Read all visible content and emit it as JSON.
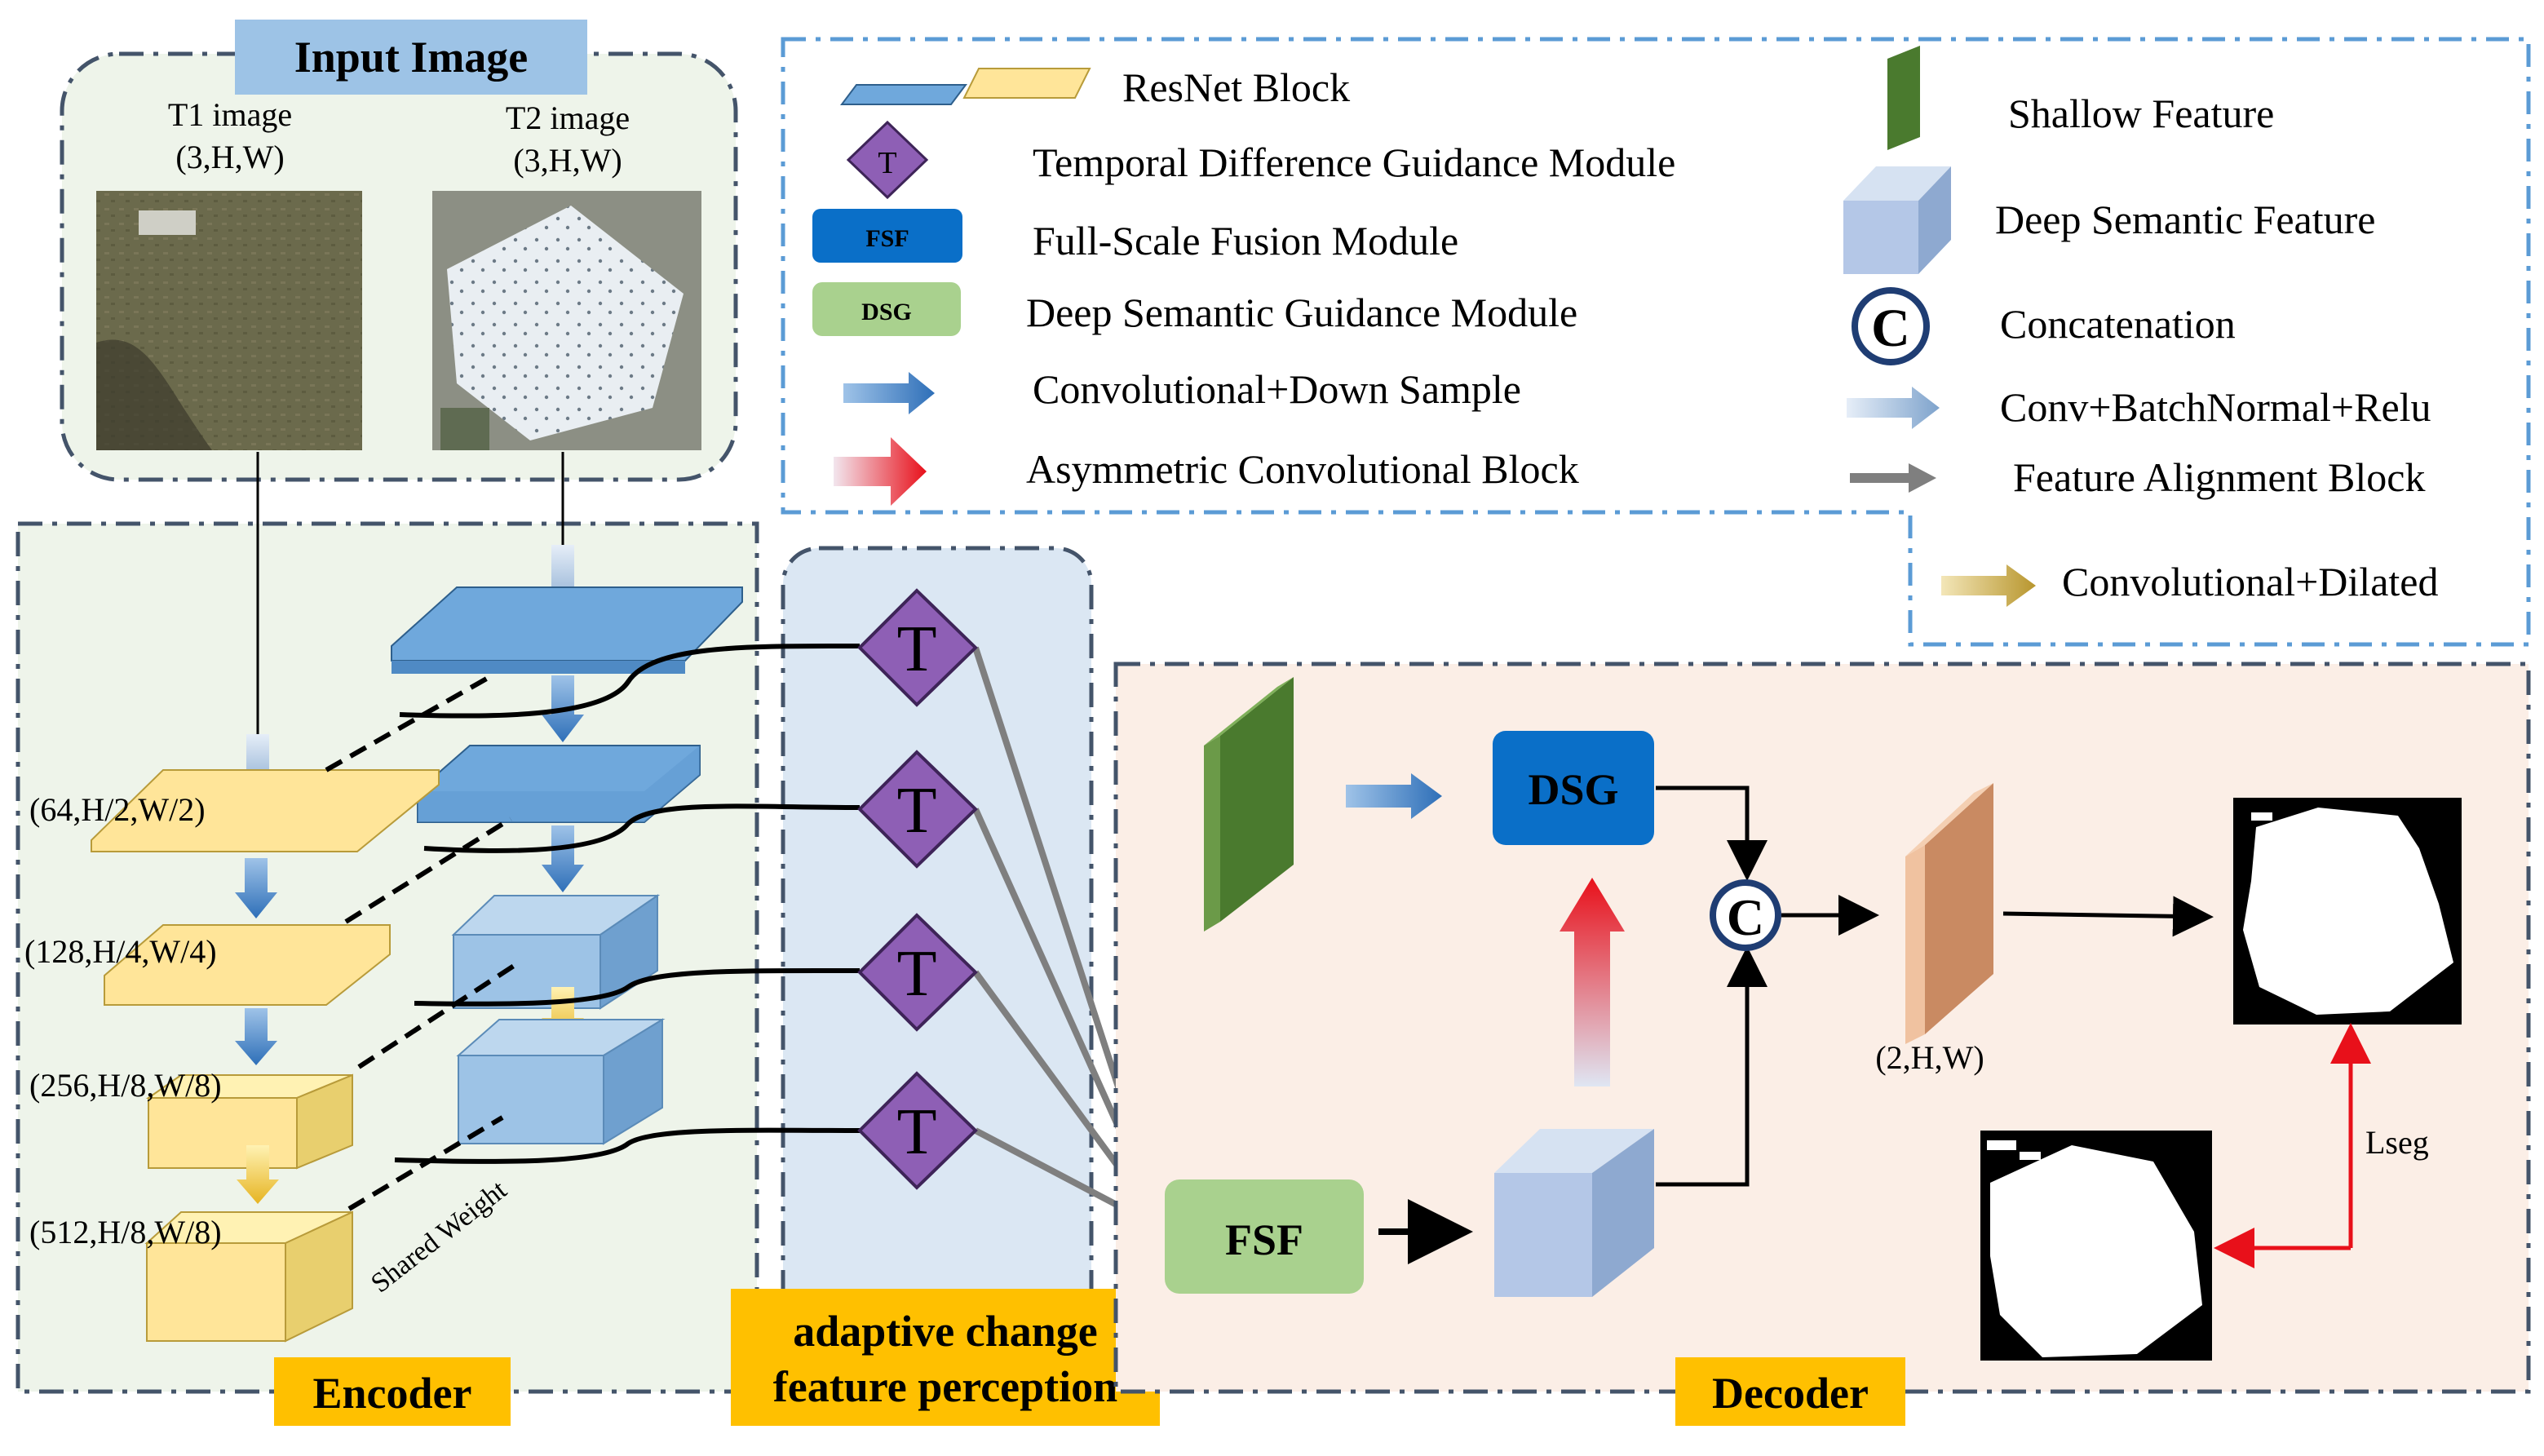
{
  "input_panel": {
    "title": "Input Image",
    "t1_label": "T1 image",
    "t1_shape": "(3,H,W)",
    "t2_label": "T2 image",
    "t2_shape": "(3,H,W)"
  },
  "legend": {
    "resnet_block": "ResNet Block",
    "tdg_symbol": "T",
    "tdg_module": "Temporal Difference Guidance  Module",
    "fsf_symbol": "FSF",
    "fsf_module": "Full-Scale Fusion Module",
    "dsg_symbol": "DSG",
    "dsg_module": "Deep Semantic Guidance Module",
    "conv_down": "Convolutional+Down Sample",
    "asym_conv": "Asymmetric Convolutional Block",
    "shallow_feature": "Shallow Feature",
    "deep_feature": "Deep Semantic Feature",
    "concat_symbol": "C",
    "concatenation": "Concatenation",
    "conv_bn_relu": "Conv+BatchNormal+Relu",
    "feature_alignment": "Feature Alignment Block",
    "conv_dilated": "Convolutional+Dilated"
  },
  "encoder": {
    "title": "Encoder",
    "scale_labels": [
      "(64,H/2,W/2)",
      "(128,H/4,W/4)",
      "(256,H/8,W/8)",
      "(512,H/8,W/8)"
    ],
    "shared_weight": "Shared Weight"
  },
  "acfp": {
    "title_line1": "adaptive change",
    "title_line2": "feature perception",
    "module_symbols": [
      "T",
      "T",
      "T",
      "T"
    ]
  },
  "decoder": {
    "title": "Decoder",
    "dsg_label": "DSG",
    "fsf_label": "FSF",
    "concat_symbol": "C",
    "output_shape": "(2,H,W)",
    "loss_label": "Lseg"
  },
  "colors": {
    "resnet_blue": "#6fa8dc",
    "resnet_yellow": "#ffe599",
    "tdg_purple": "#8e5fb5",
    "fsf_green": "#a9d18e",
    "dsg_blue": "#0a6fc8",
    "shallow_green": "#4a7a2e",
    "deep_feature": "#b4c7e7",
    "output_orange": "#e8a87c",
    "encoder_bg": "#eef4ea",
    "acfp_bg": "#dbe7f3",
    "decoder_bg": "#fbeee6",
    "title_badge": "#ffc000",
    "input_badge": "#9dc3e6"
  }
}
